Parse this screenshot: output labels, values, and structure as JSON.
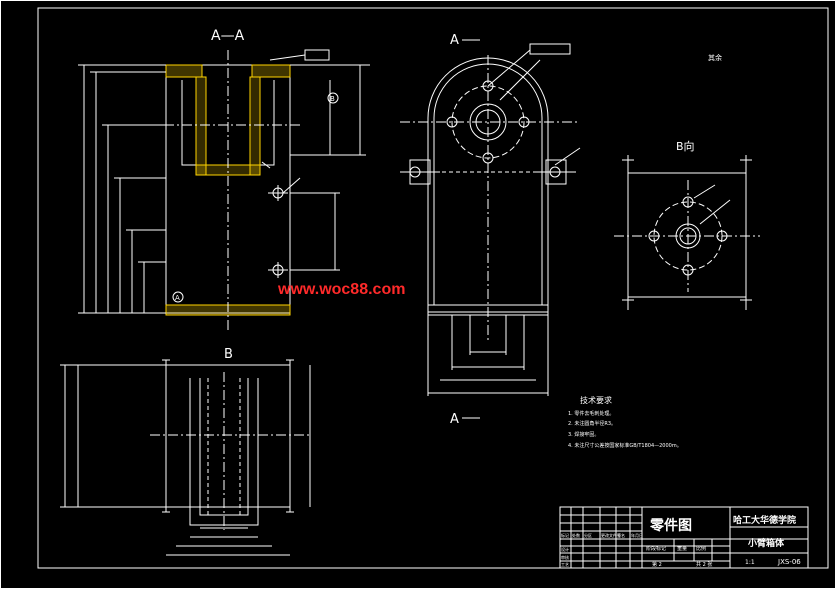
{
  "drawing": {
    "section_aa_title": "A—A",
    "section_b_title": "B",
    "view_b_title": "B向",
    "cut_a_top": "A",
    "cut_a_bottom": "A",
    "datum_a": "A",
    "datum_b": "B",
    "note_right": "其余",
    "watermark": "www.woc88.com",
    "tech_requirements_title": "技术要求",
    "tech_requirements": [
      "1. 零件去毛刺处理。",
      "2. 未注圆角半径R3。",
      "3. 焊接牢固。",
      "4. 未注尺寸公差按国家标准GB/T1804—2000m。"
    ],
    "title_block": {
      "drawing_type": "零件图",
      "school": "哈工大华德学院",
      "part_name": "小臂箱体",
      "scale": "1:1",
      "drawing_no": "JXS-06",
      "sheet": "第 2",
      "sheet_total": "共 2 张",
      "row_labels": [
        "标记",
        "设计",
        "审核",
        "工艺"
      ],
      "col_labels": [
        "处数",
        "分区",
        "更改文件号",
        "签名",
        "年月日"
      ],
      "stage_labels": [
        "阶段标记",
        "重量",
        "比例"
      ]
    }
  },
  "colors": {
    "background": "#000000",
    "lines": "#ffffff",
    "watermark": "#ff2a2a",
    "hatch": "#ffd400"
  }
}
